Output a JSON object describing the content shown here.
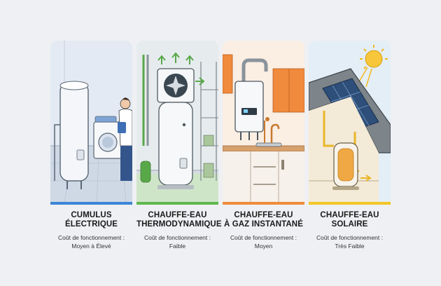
{
  "colors": {
    "electric": "#3d86d6",
    "heat_pump": "#61b84f",
    "gas": "#f08a3c",
    "solar": "#f3c526"
  },
  "cards": [
    {
      "title_line1": "CUMULUS",
      "title_line2": "ÉLECTRIQUE",
      "cost_label": "Coût de fonctionnement :",
      "cost_value": "Moyen à Élevé",
      "icon": "electric-water-heater-icon"
    },
    {
      "title_line1": "CHAUFFE-EAU",
      "title_line2": "THERMODYNAMIQUE",
      "cost_label": "Coût de fonctionnement :",
      "cost_value": "Faible",
      "icon": "heat-pump-icon"
    },
    {
      "title_line1": "CHAUFFE-EAU",
      "title_line2": "À GAZ INSTANTANÉ",
      "cost_label": "Coût de fonctionnement :",
      "cost_value": "Moyen",
      "icon": "gas-boiler-icon"
    },
    {
      "title_line1": "CHAUFFE-EAU",
      "title_line2": "SOLAIRE",
      "cost_label": "Coût de fonctionnement :",
      "cost_value": "Très Faible",
      "icon": "solar-panel-icon"
    }
  ]
}
